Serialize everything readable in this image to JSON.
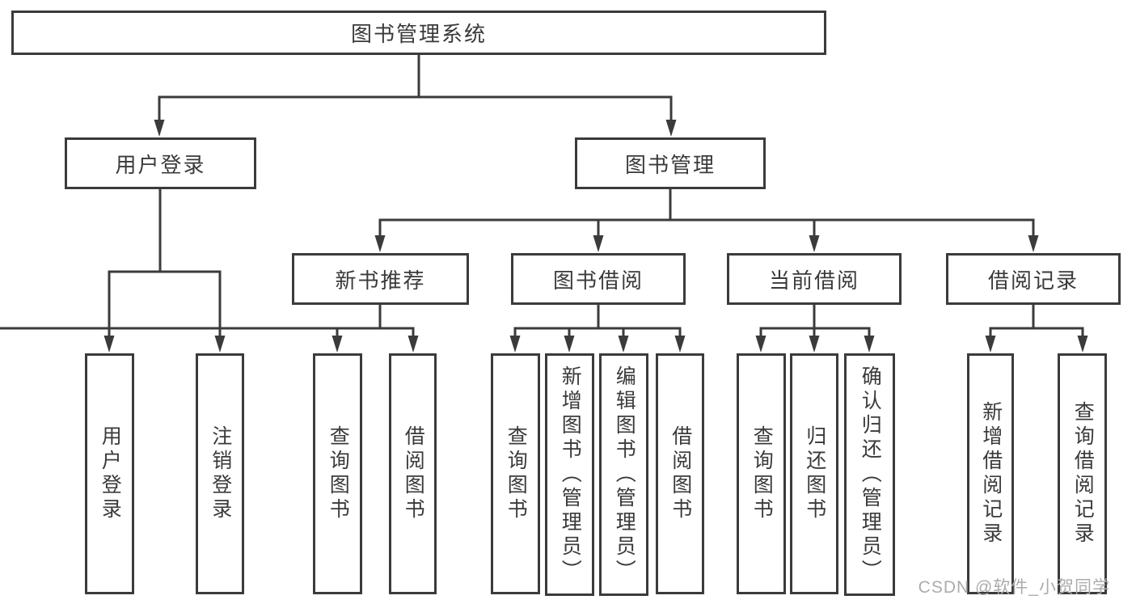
{
  "title": "图书管理系统",
  "watermark": "CSDN @软件_小贺同学",
  "colors": {
    "line": "#3b3b3b",
    "text": "#3a3a3a",
    "background": "#ffffff",
    "watermark": "#acacac"
  },
  "tree": {
    "label": "图书管理系统",
    "children": [
      {
        "label": "用户登录",
        "children": [
          {
            "label": "用户登录"
          },
          {
            "label": "注销登录"
          }
        ]
      },
      {
        "label": "图书管理",
        "children": [
          {
            "label": "新书推荐",
            "children": [
              {
                "label": "查询图书"
              },
              {
                "label": "借阅图书"
              }
            ]
          },
          {
            "label": "图书借阅",
            "children": [
              {
                "label": "查询图书"
              },
              {
                "label": "新增图书（管理员）"
              },
              {
                "label": "编辑图书（管理员）"
              },
              {
                "label": "借阅图书"
              }
            ]
          },
          {
            "label": "当前借阅",
            "children": [
              {
                "label": "查询图书"
              },
              {
                "label": "归还图书"
              },
              {
                "label": "确认归还（管理员）"
              }
            ]
          },
          {
            "label": "借阅记录",
            "children": [
              {
                "label": "新增借阅记录"
              },
              {
                "label": "查询借阅记录"
              }
            ]
          }
        ]
      }
    ]
  }
}
